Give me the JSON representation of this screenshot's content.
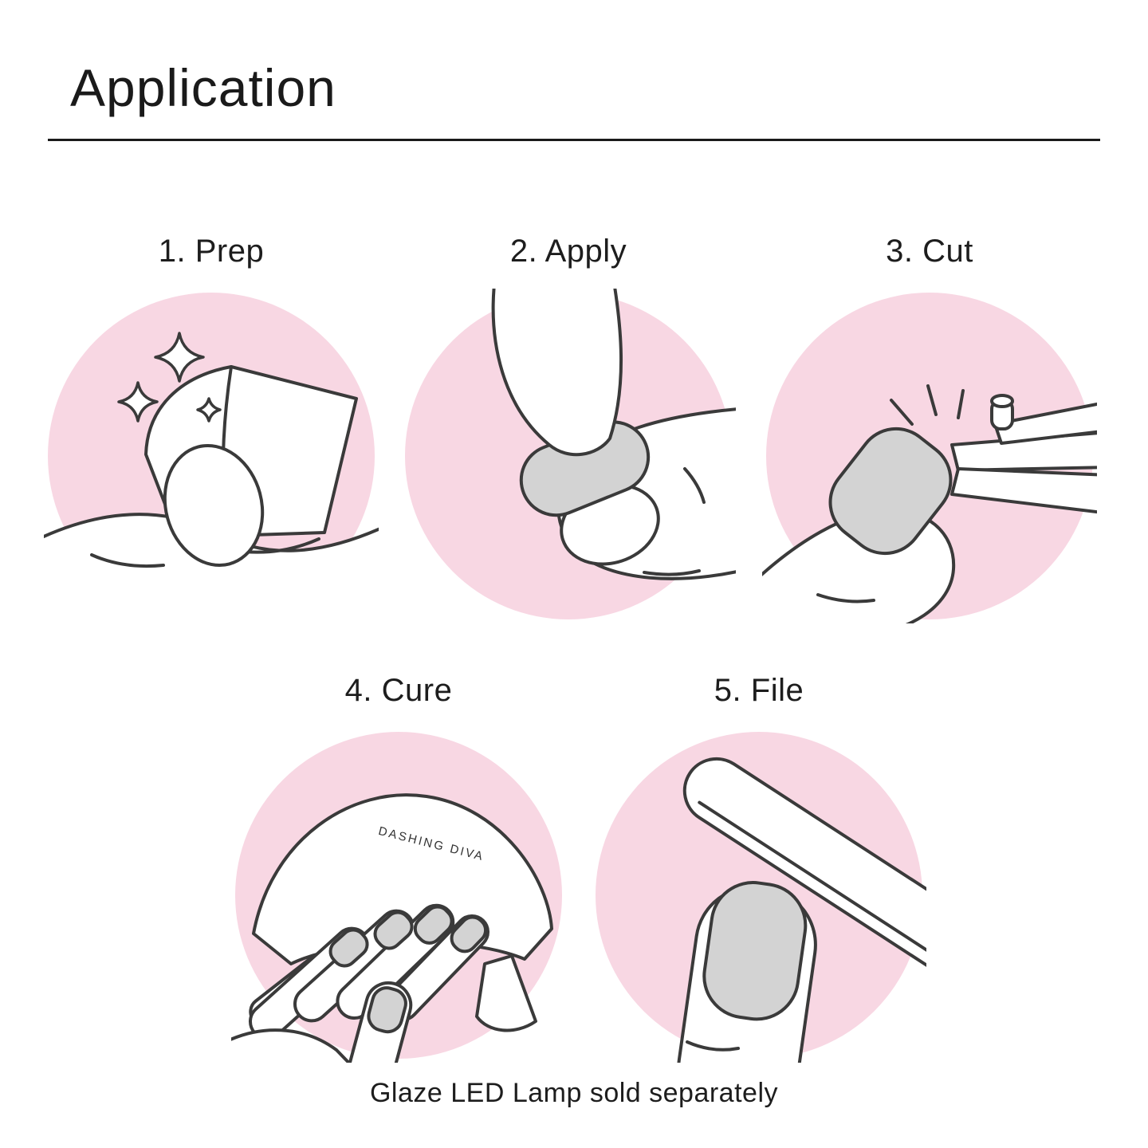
{
  "title": "Application",
  "steps": [
    {
      "label": "1. Prep"
    },
    {
      "label": "2. Apply"
    },
    {
      "label": "3. Cut"
    },
    {
      "label": "4. Cure"
    },
    {
      "label": "5. File"
    }
  ],
  "lamp_brand": "DASHING DIVA",
  "footer_note": "Glaze LED Lamp sold separately",
  "colors": {
    "background": "#FFFFFF",
    "circle_pink": "#F8D7E3",
    "line": "#3A3A3A",
    "nail_gray": "#D3D3D3",
    "text": "#1D1D1D"
  }
}
